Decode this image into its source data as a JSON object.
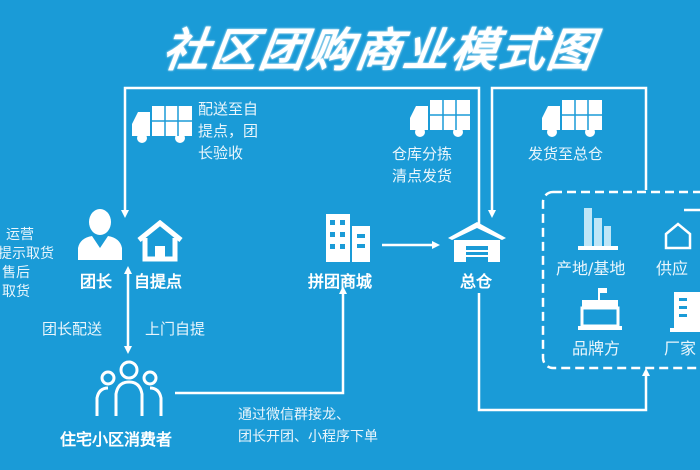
{
  "title": "社区团购商业模式图",
  "colors": {
    "background": "#1a9bd7",
    "foreground": "#ffffff"
  },
  "left_cut_text": [
    "运营",
    "提示取货",
    "售后",
    "取货"
  ],
  "nodes": {
    "leader": {
      "label": "团长",
      "icon": "person-icon"
    },
    "pickup": {
      "label": "自提点",
      "icon": "house-icon"
    },
    "mall": {
      "label": "拼团商城",
      "icon": "buildings-icon"
    },
    "warehouse": {
      "label": "总仓",
      "icon": "warehouse-icon"
    },
    "consumers": {
      "label": "住宅小区消费者",
      "icon": "group-icon"
    }
  },
  "flows": {
    "deliver_pickup": [
      "配送至自",
      "提点，团",
      "长验收"
    ],
    "sort_ship": [
      "仓库分拣",
      "清点发货"
    ],
    "ship_to_warehouse": "发货至总仓",
    "leader_delivery": "团长配送",
    "self_pickup": "上门自提",
    "order_channels": [
      "通过微信群接龙、",
      "团长开团、小程序下单"
    ]
  },
  "suppliers": [
    {
      "label": "产地/基地",
      "icon": "towers-icon"
    },
    {
      "label": "供应",
      "icon": "supplier-icon"
    },
    {
      "label": "品牌方",
      "icon": "store-icon"
    },
    {
      "label": "厂家",
      "icon": "factory-icon"
    }
  ]
}
